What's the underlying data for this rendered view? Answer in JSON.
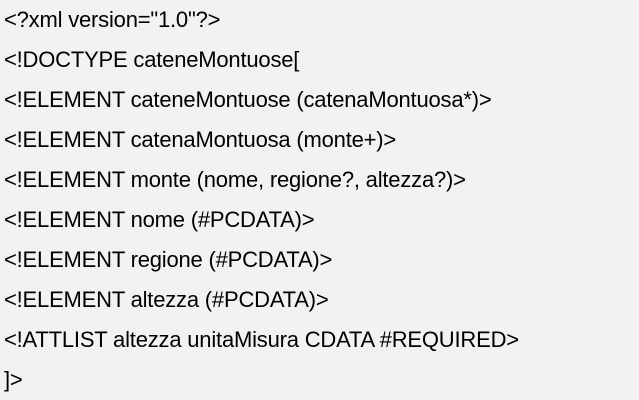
{
  "document": {
    "lines": [
      "<?xml version=\"1.0\"?>",
      "<!DOCTYPE cateneMontuose[",
      "<!ELEMENT cateneMontuose (catenaMontuosa*)>",
      "<!ELEMENT catenaMontuosa (monte+)>",
      "<!ELEMENT monte (nome, regione?, altezza?)>",
      "<!ELEMENT nome (#PCDATA)>",
      "<!ELEMENT regione (#PCDATA)>",
      "<!ELEMENT altezza (#PCDATA)>",
      "<!ATTLIST altezza unitaMisura CDATA #REQUIRED>",
      "]>"
    ],
    "text_color": "#000000",
    "background_color": "#f2f2f2"
  }
}
